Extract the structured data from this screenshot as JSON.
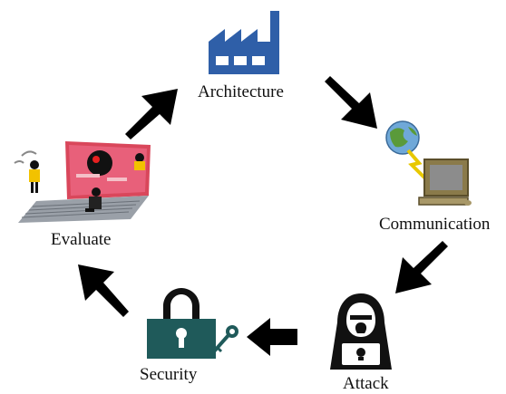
{
  "nodes": [
    {
      "label": "Architecture",
      "icon": "factory-icon",
      "color": "#2f5fa8"
    },
    {
      "label": "Communication",
      "icon": "globe-computer-icon",
      "color": "#8a7a4a"
    },
    {
      "label": "Attack",
      "icon": "hacker-icon",
      "color": "#111111"
    },
    {
      "label": "Security",
      "icon": "padlock-key-icon",
      "color": "#1f5a5a"
    },
    {
      "label": "Evaluate",
      "icon": "laptop-attack-icon",
      "color": "#d9475b"
    }
  ],
  "arrow_color": "#000000"
}
